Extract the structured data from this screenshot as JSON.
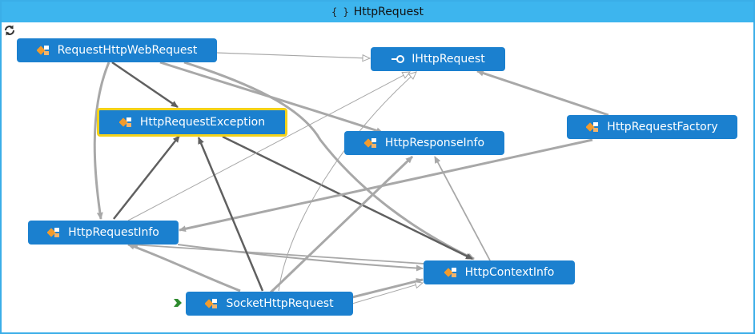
{
  "window": {
    "title": "HttpRequest",
    "namespace_icon": "{ }"
  },
  "toolbar": {
    "refresh_icon": "refresh-icon"
  },
  "nodes": {
    "request_http_web_request": {
      "label": "RequestHttpWebRequest",
      "icon": "class-icon"
    },
    "ihttp_request": {
      "label": "IHttpRequest",
      "icon": "interface-icon"
    },
    "http_request_exception": {
      "label": "HttpRequestException",
      "icon": "class-icon",
      "selected": true
    },
    "http_response_info": {
      "label": "HttpResponseInfo",
      "icon": "class-icon"
    },
    "http_request_factory": {
      "label": "HttpRequestFactory",
      "icon": "class-icon"
    },
    "http_request_info": {
      "label": "HttpRequestInfo",
      "icon": "class-icon"
    },
    "http_context_info": {
      "label": "HttpContextInfo",
      "icon": "class-icon"
    },
    "socket_http_request": {
      "label": "SocketHttpRequest",
      "icon": "class-icon",
      "entry_point": true
    }
  },
  "colors": {
    "title_bar": "#3db5ee",
    "node": "#1b80cf",
    "selection": "#f3d21a",
    "edge_dark": "#606060",
    "edge_light": "#a8a8a8"
  }
}
